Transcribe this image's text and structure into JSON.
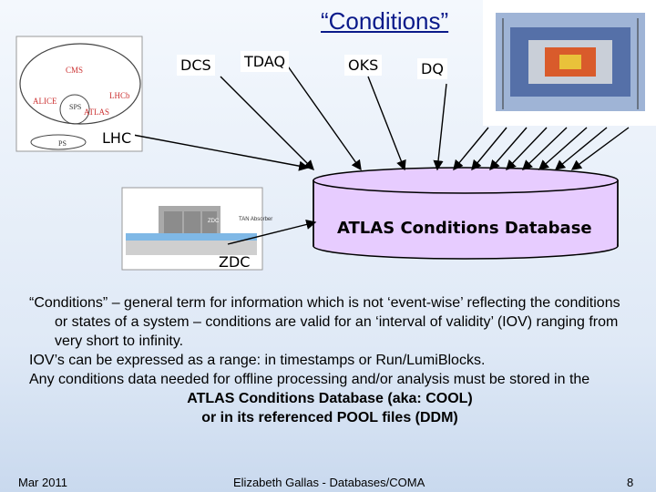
{
  "title": "“Conditions”",
  "sources": {
    "dcs": "DCS",
    "tdaq": "TDAQ",
    "oks": "OKS",
    "dq": "DQ",
    "lhc": "LHC",
    "zdc": "ZDC"
  },
  "lhc_map_labels": [
    "CMS",
    "ALICE",
    "LHCb",
    "ATLAS",
    "SPS",
    "PS"
  ],
  "zdc_labels": [
    "TAN Absorber",
    "ZDC"
  ],
  "database_label": "ATLAS Conditions Database",
  "body": [
    "“Conditions” – general term for information which is not ‘event-wise’ reflecting the conditions or states of a system – conditions are valid for an ‘interval of validity’ (IOV) ranging from very short to infinity.",
    "IOV’s can be expressed as a range: in timestamps or Run/LumiBlocks.",
    "Any conditions data needed for offline processing and/or analysis must be stored in the",
    "ATLAS Conditions Database (aka: COOL)",
    "or in its referenced POOL files (DDM)"
  ],
  "footer": {
    "date": "Mar 2011",
    "author": "Elizabeth Gallas - Databases/COMA",
    "page": "8"
  }
}
